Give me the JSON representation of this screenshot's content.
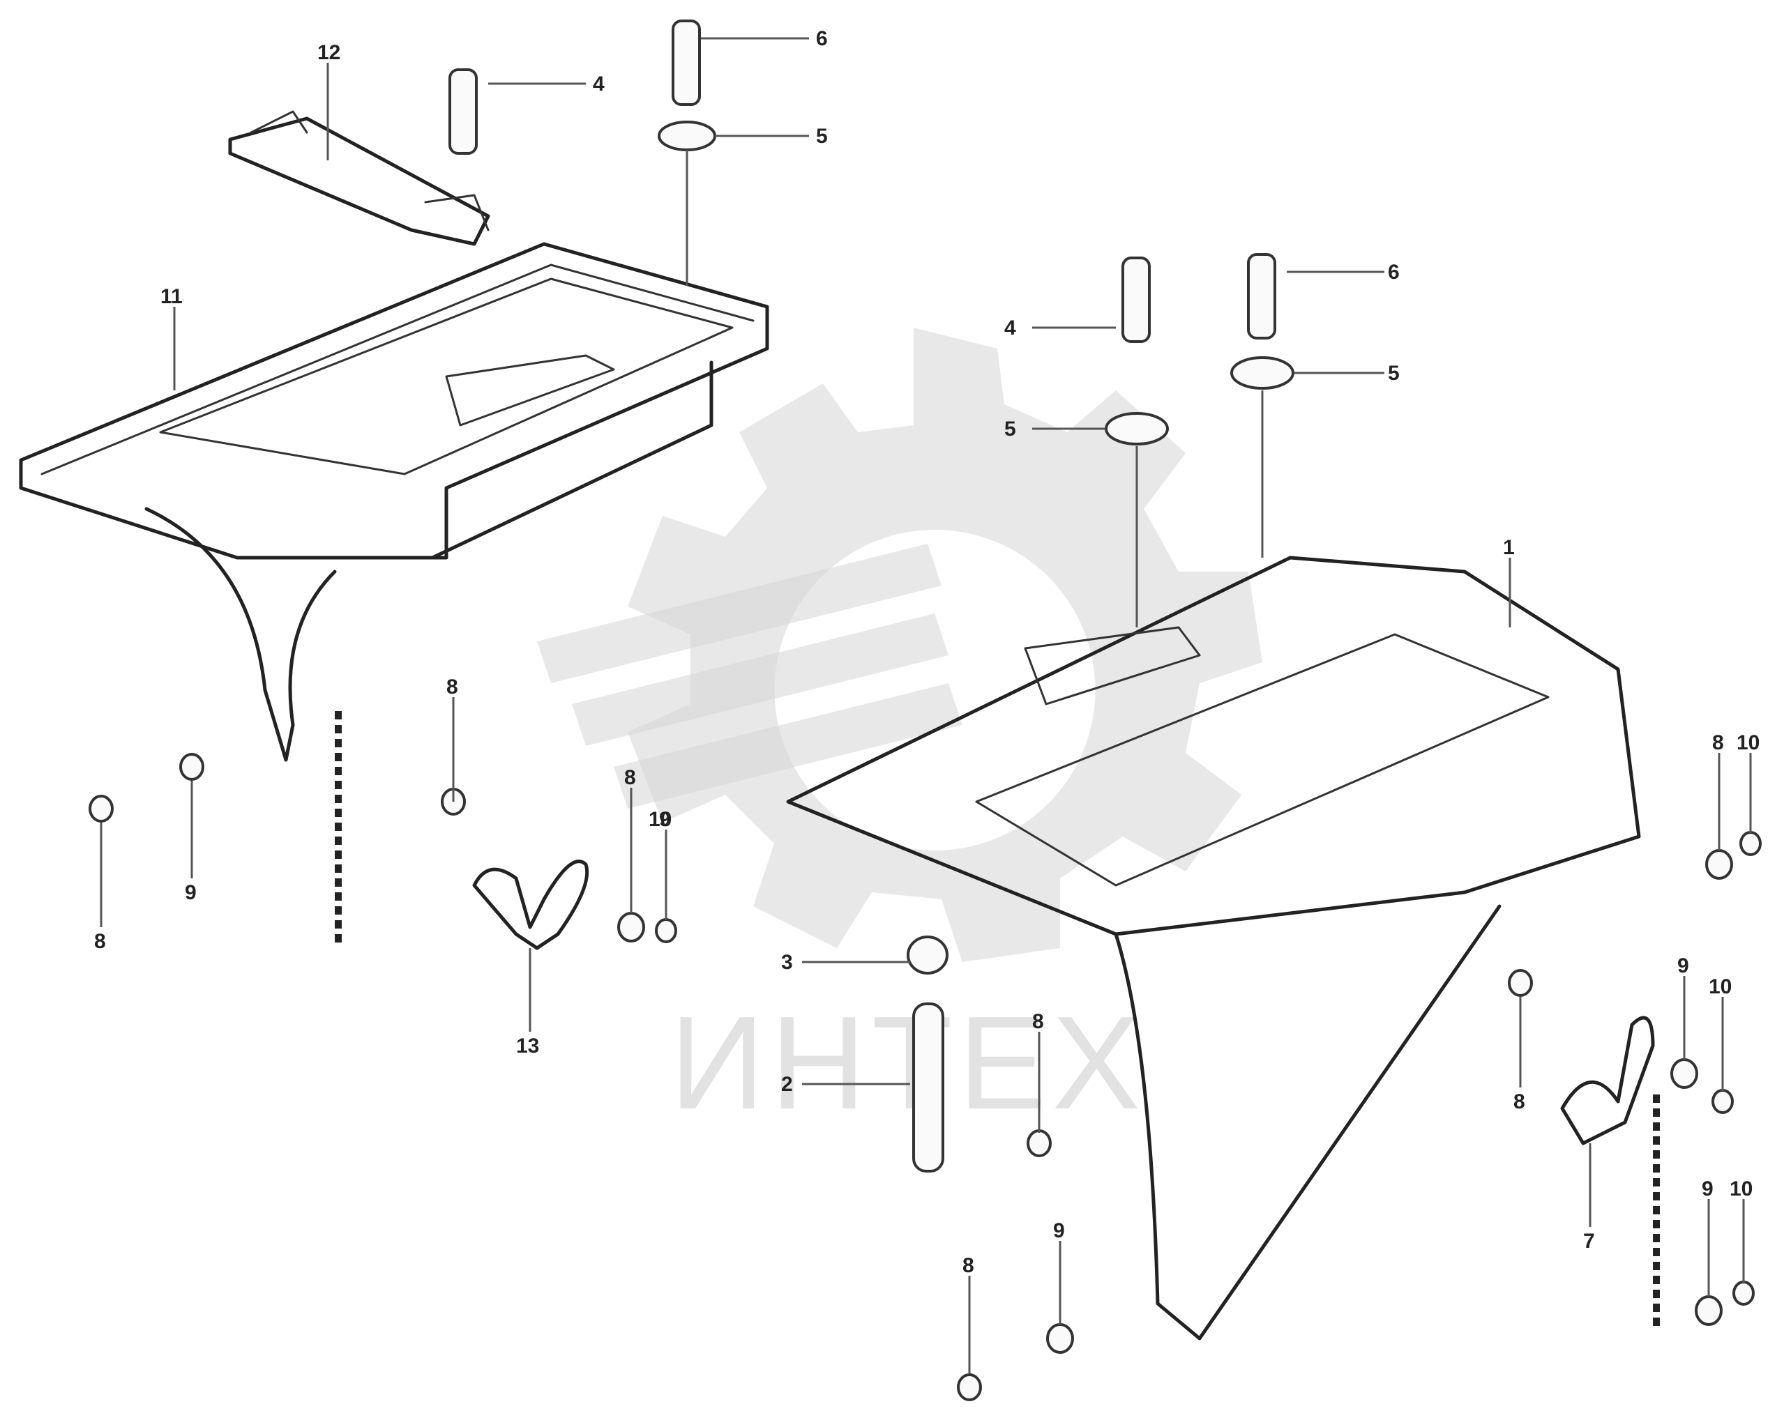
{
  "watermark": {
    "text": "ИНТЕХ"
  },
  "reference": {
    "caption_line1": "",
    "caption_line2": "",
    "code": ""
  },
  "callouts": [
    {
      "id": "c1",
      "label": "12"
    },
    {
      "id": "c2",
      "label": "4"
    },
    {
      "id": "c3",
      "label": "6"
    },
    {
      "id": "c4",
      "label": "5"
    },
    {
      "id": "c5",
      "label": "11"
    },
    {
      "id": "c6",
      "label": "6"
    },
    {
      "id": "c7",
      "label": "4"
    },
    {
      "id": "c8",
      "label": "5"
    },
    {
      "id": "c9",
      "label": "5"
    },
    {
      "id": "c10",
      "label": "1"
    },
    {
      "id": "c11",
      "label": "8"
    },
    {
      "id": "c12",
      "label": "8"
    },
    {
      "id": "c13",
      "label": "9"
    },
    {
      "id": "c14",
      "label": "8"
    },
    {
      "id": "c15",
      "label": "9"
    },
    {
      "id": "c16",
      "label": "10"
    },
    {
      "id": "c17",
      "label": "13"
    },
    {
      "id": "c18",
      "label": "8"
    },
    {
      "id": "c19",
      "label": "10"
    },
    {
      "id": "c20",
      "label": "3"
    },
    {
      "id": "c21",
      "label": "2"
    },
    {
      "id": "c22",
      "label": "8"
    },
    {
      "id": "c23",
      "label": "9"
    },
    {
      "id": "c24",
      "label": "10"
    },
    {
      "id": "c25",
      "label": "8"
    },
    {
      "id": "c26",
      "label": "7"
    },
    {
      "id": "c27",
      "label": "9"
    },
    {
      "id": "c28",
      "label": "10"
    },
    {
      "id": "c29",
      "label": "8"
    },
    {
      "id": "c30",
      "label": "9"
    }
  ]
}
